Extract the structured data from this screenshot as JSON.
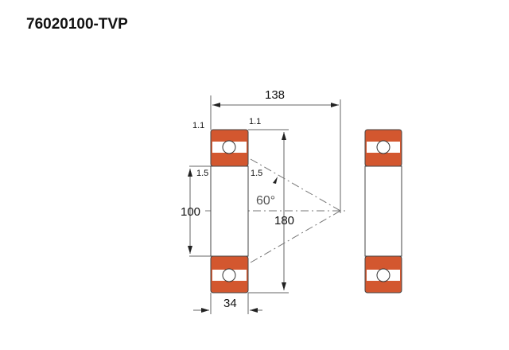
{
  "title": "76020100-TVP",
  "colors": {
    "ring": "#d3572f",
    "line": "#555555"
  },
  "dimensions": {
    "width_total": "138",
    "chamfer_outer_left": "1.1",
    "chamfer_outer_right": "1.1",
    "chamfer_inner_left": "1.5",
    "chamfer_inner_right": "1.5",
    "contact_angle": "60°",
    "bore": "100",
    "outer_diameter": "180",
    "width": "34"
  }
}
